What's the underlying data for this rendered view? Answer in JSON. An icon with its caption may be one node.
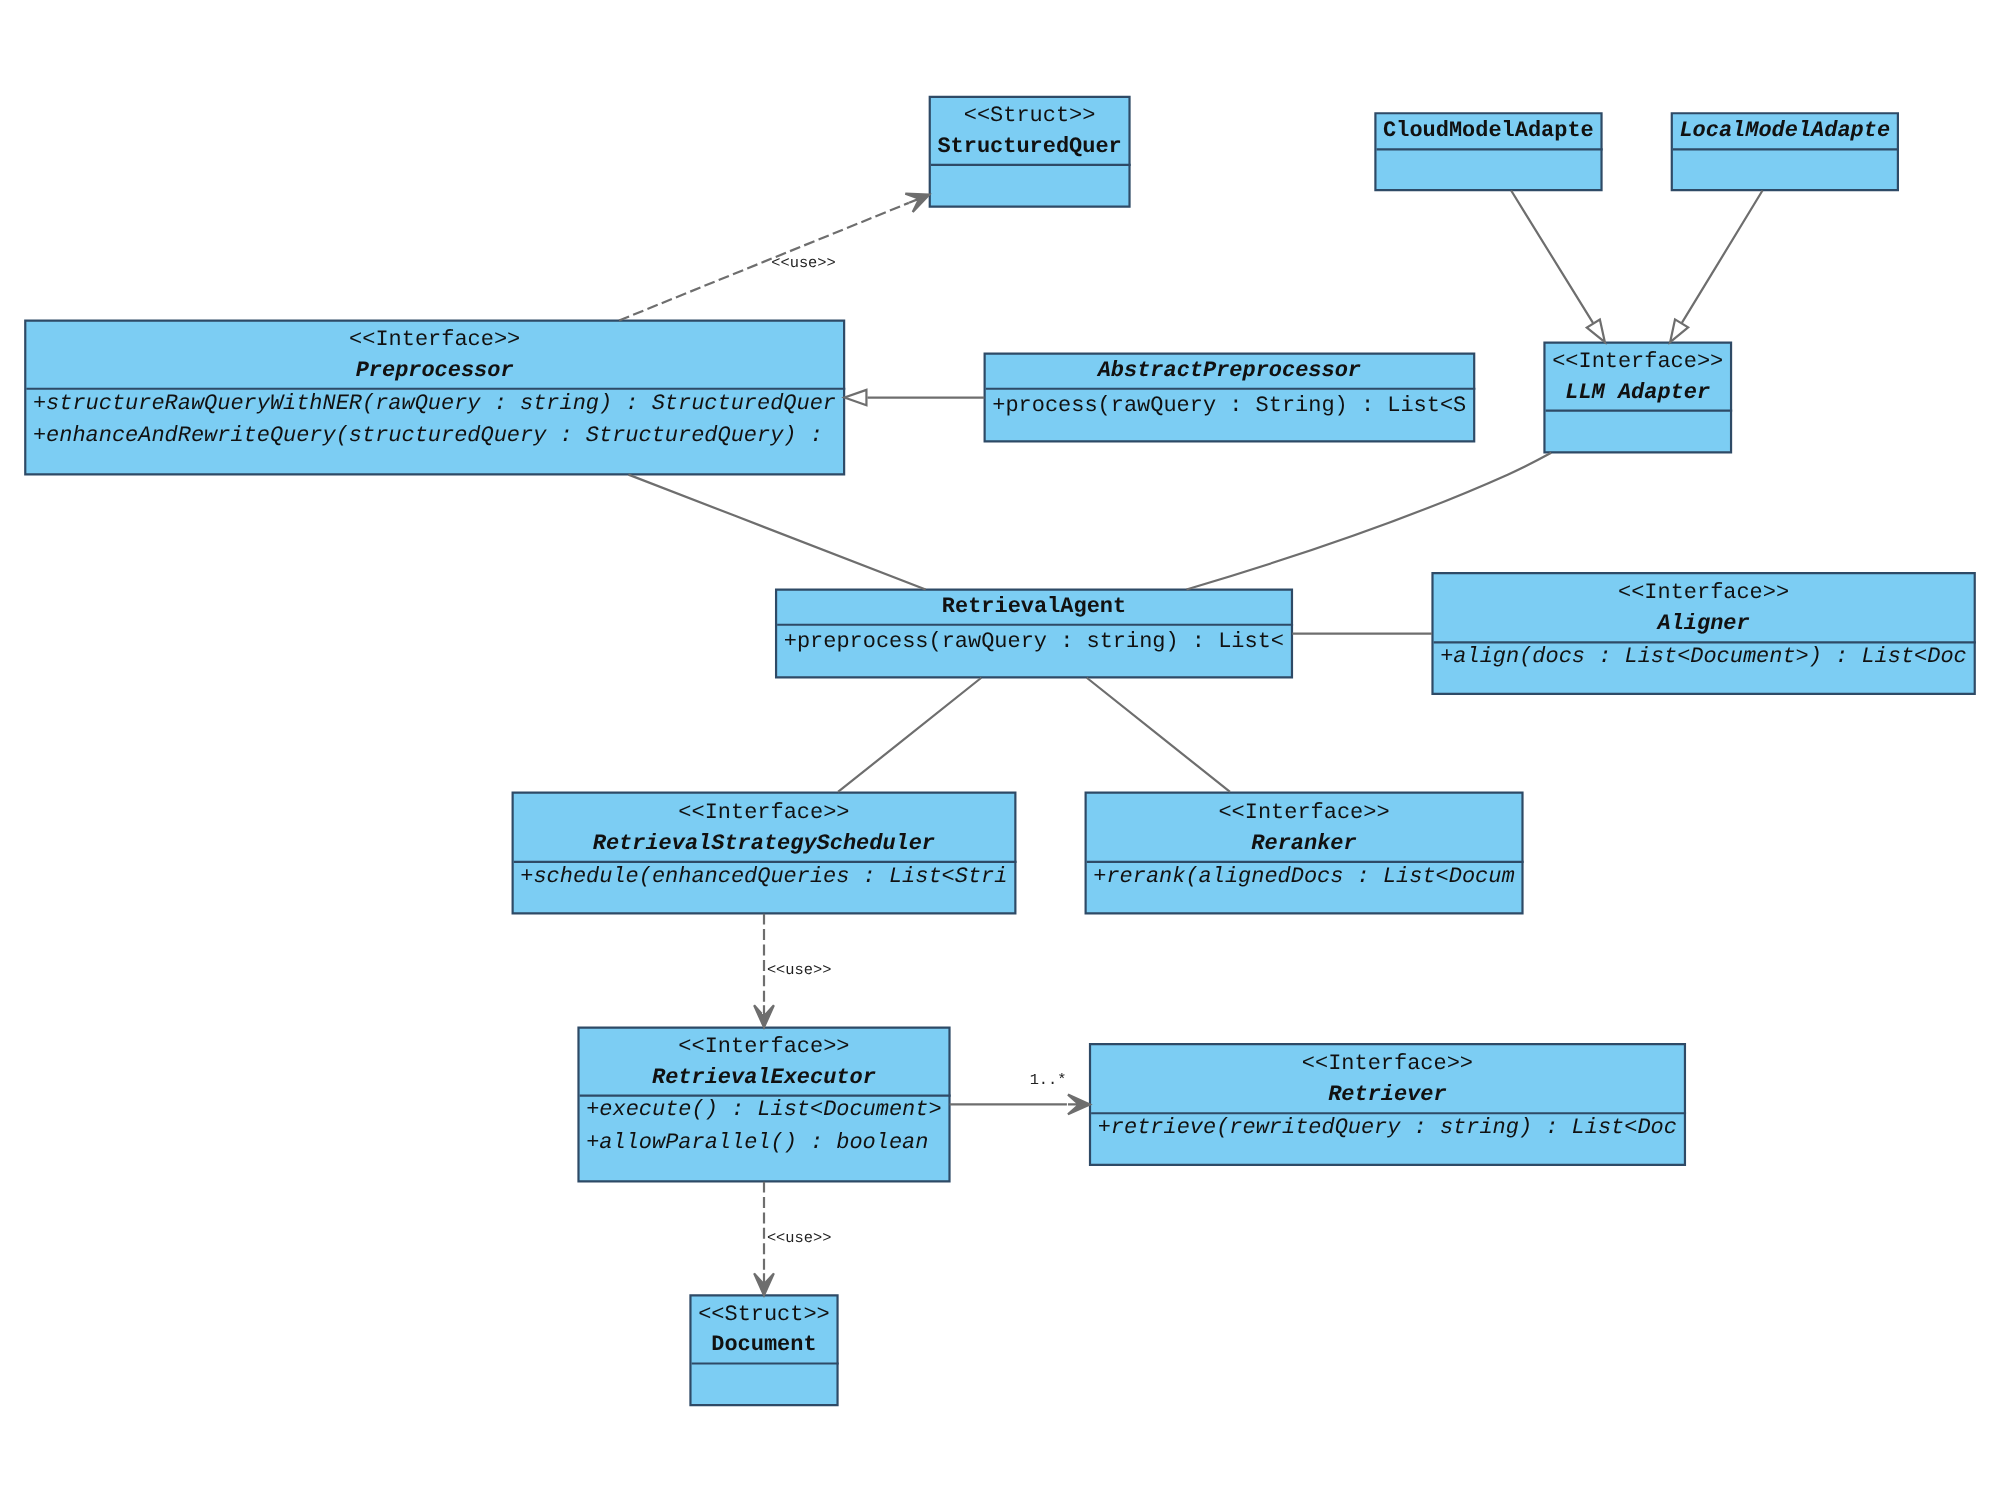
{
  "diagram": {
    "nodes": [
      {
        "text": [
          "<<Struct>>",
          "StructuredQuer"
        ]
      },
      {
        "text": [
          "LocalModelAdapte"
        ]
      },
      {
        "text": [
          "<<Interface>>",
          "LLM Adapter"
        ]
      },
      {
        "text": [
          "CloudModelAdapte"
        ]
      },
      {
        "text": [
          "<<Interface>>",
          "Preprocessor",
          "+structureRawQueryWithNER(rawQuery : string) : StructuredQuer",
          "+enhanceAndRewriteQuery(structuredQuery : StructuredQuery) :"
        ]
      },
      {
        "text": [
          "RetrievalAgent",
          "+preprocess(rawQuery : string) : List<"
        ]
      },
      {
        "text": [
          "<<Interface>>",
          "Aligner",
          "+align(docs : List<Document>) : List<Doc"
        ]
      },
      {
        "text": [
          "AbstractPreprocessor",
          "+process(rawQuery : String) : List<S"
        ]
      },
      {
        "text": [
          "<<Interface>>",
          "RetrievalStrategyScheduler",
          "+schedule(enhancedQueries : List<Stri"
        ]
      },
      {
        "text": [
          "<<Interface>>",
          "Reranker",
          "+rerank(alignedDocs : List<Docum"
        ]
      },
      {
        "text": [
          "<<Interface>>",
          "RetrievalExecutor",
          "+execute() : List<Document>",
          "+allowParallel() : boolean"
        ]
      },
      {
        "text": [
          "<<Interface>>",
          "Retriever",
          "+retrieve(rewritedQuery : string) : List<Doc"
        ]
      },
      {
        "text": [
          "<<Struct>>",
          "Document"
        ]
      }
    ],
    "edges": [
      {
        "from": 4,
        "to": 0,
        "arrow": "to",
        "style": "dashed",
        "label": "<<use>>"
      },
      {
        "from": 1,
        "to": 2,
        "arrow": "to"
      },
      {
        "from": 3,
        "to": 2,
        "arrow": "to"
      },
      {
        "from": 7,
        "to": 4,
        "arrow": "to"
      },
      {
        "from": 4,
        "to": 5,
        "arrow": "none"
      },
      {
        "from": 2,
        "to": 5,
        "arrow": "none"
      },
      {
        "from": 5,
        "to": 6,
        "arrow": "none"
      },
      {
        "from": 5,
        "to": 8,
        "arrow": "none"
      },
      {
        "from": 5,
        "to": 9,
        "arrow": "none"
      },
      {
        "from": 8,
        "to": 10,
        "arrow": "to",
        "style": "dashed",
        "label": "<<use>>"
      },
      {
        "from": 10,
        "to": 11,
        "arrow": "to",
        "label": "1..*"
      },
      {
        "from": 10,
        "to": 12,
        "arrow": "to",
        "style": "dashed",
        "label": "<<use>>"
      }
    ]
  }
}
